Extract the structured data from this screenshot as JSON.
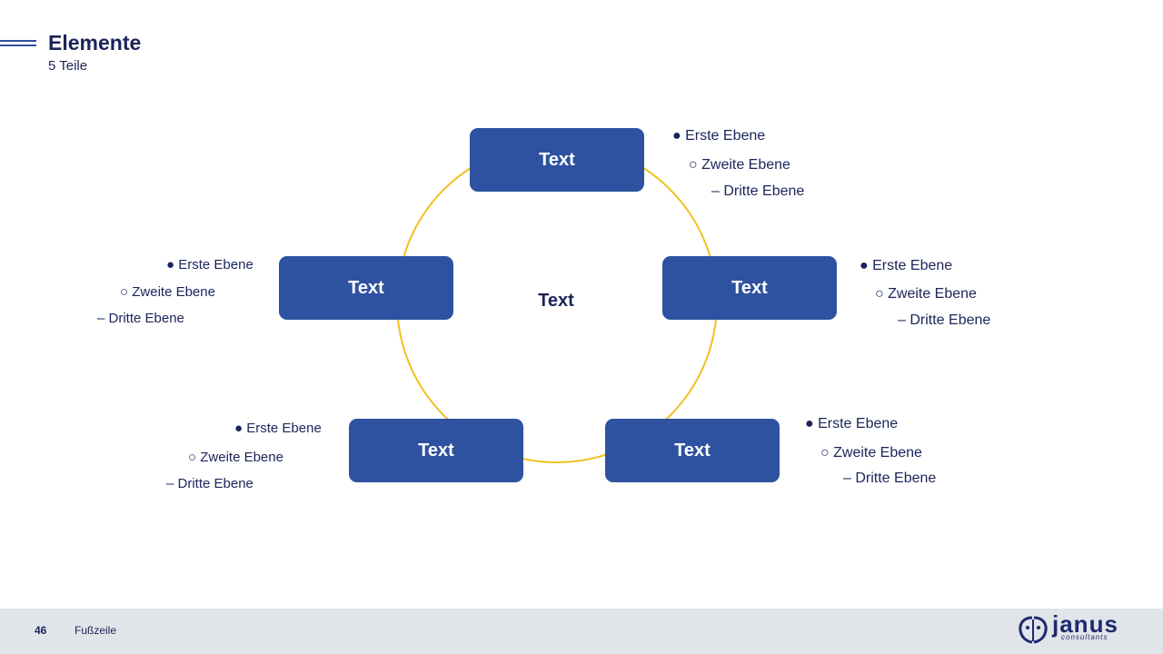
{
  "header": {
    "title": "Elemente",
    "subtitle": "5 Teile"
  },
  "diagram": {
    "center_label": "Text",
    "nodes": [
      {
        "label": "Text",
        "bullets": {
          "level1": "Erste Ebene",
          "level2": "Zweite Ebene",
          "level3": "Dritte Ebene"
        }
      },
      {
        "label": "Text",
        "bullets": {
          "level1": "Erste Ebene",
          "level2": "Zweite Ebene",
          "level3": "Dritte Ebene"
        }
      },
      {
        "label": "Text",
        "bullets": {
          "level1": "Erste Ebene",
          "level2": "Zweite Ebene",
          "level3": "Dritte Ebene"
        }
      },
      {
        "label": "Text",
        "bullets": {
          "level1": "Erste Ebene",
          "level2": "Zweite Ebene",
          "level3": "Dritte Ebene"
        }
      },
      {
        "label": "Text",
        "bullets": {
          "level1": "Erste Ebene",
          "level2": "Zweite Ebene",
          "level3": "Dritte Ebene"
        }
      }
    ],
    "colors": {
      "box": "#2e52a0",
      "ring": "#f0c020",
      "text": "#1b2459"
    }
  },
  "footer": {
    "page_number": "46",
    "text": "Fußzeile"
  },
  "logo": {
    "name": "janus",
    "tagline": "consultants"
  }
}
